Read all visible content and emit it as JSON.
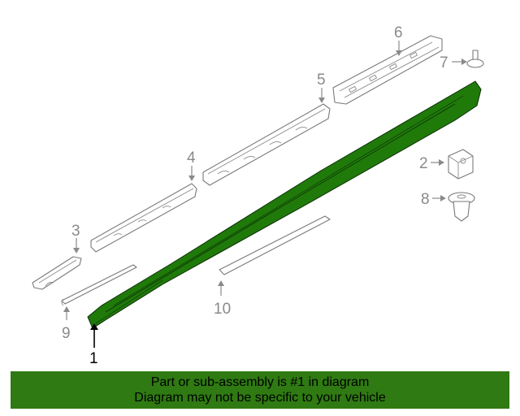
{
  "colors": {
    "highlight_part": "#1f7a0a",
    "banner": "#2f7a12",
    "line_art": "#8a8a8a"
  },
  "callouts": [
    {
      "id": "1",
      "label": "1"
    },
    {
      "id": "2",
      "label": "2"
    },
    {
      "id": "3",
      "label": "3"
    },
    {
      "id": "4",
      "label": "4"
    },
    {
      "id": "5",
      "label": "5"
    },
    {
      "id": "6",
      "label": "6"
    },
    {
      "id": "7",
      "label": "7"
    },
    {
      "id": "8",
      "label": "8"
    },
    {
      "id": "9",
      "label": "9"
    },
    {
      "id": "10",
      "label": "10"
    }
  ],
  "banner": {
    "line1": "Part or sub-assembly is #1 in diagram",
    "line2": "Diagram may not be specific to your vehicle"
  }
}
